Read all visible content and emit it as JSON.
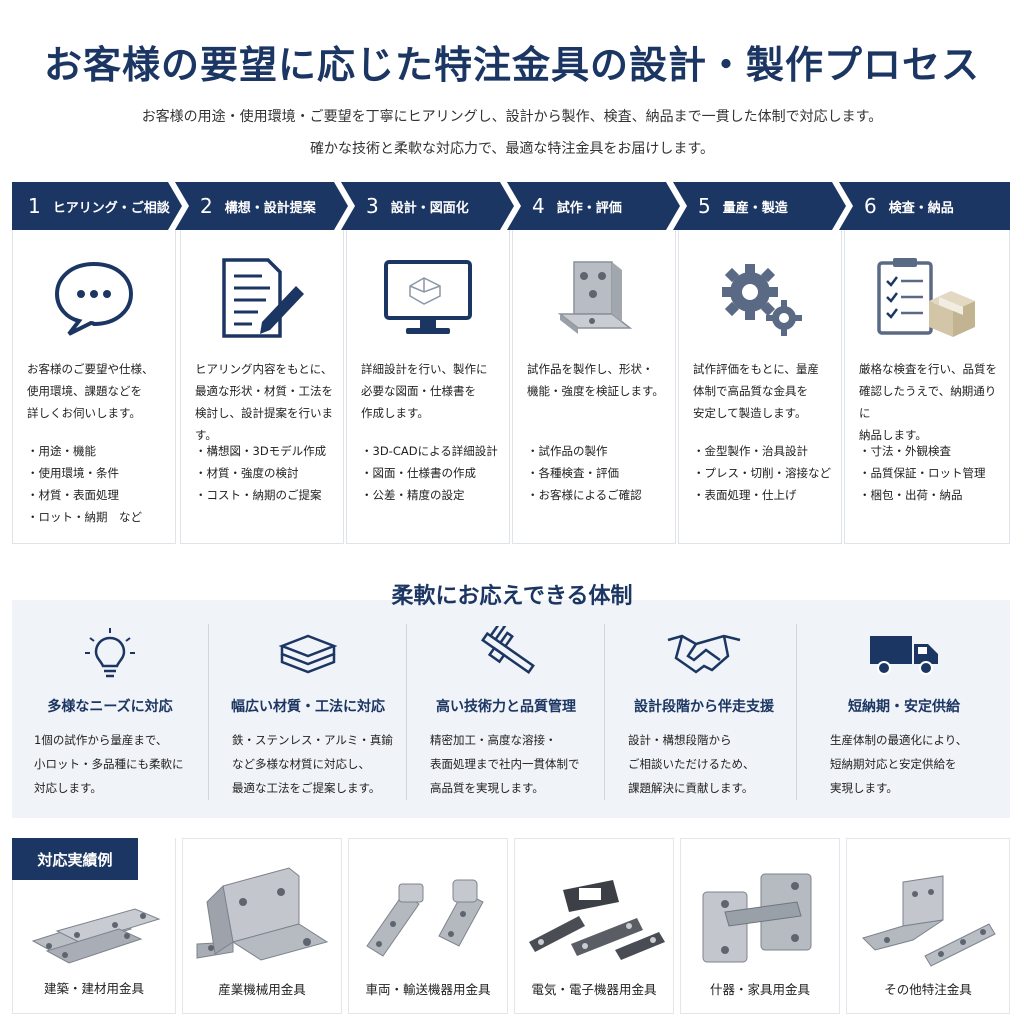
{
  "header": {
    "title": "お客様の要望に応じた特注金具の設計・製作プロセス",
    "subtitle_line1": "お客様の用途・使用環境・ご要望を丁寧にヒアリングし、設計から製作、検査、納品まで一貫した体制で対応します。",
    "subtitle_line2": "確かな技術と柔軟な対応力で、最適な特注金具をお届けします。"
  },
  "steps": [
    {
      "num": "1",
      "title": "ヒアリング・ご相談",
      "icon": "chat-bubble-icon",
      "desc": [
        "お客様のご要望や仕様、",
        "使用環境、課題などを",
        "詳しくお伺いします。"
      ],
      "items": [
        "用途・機能",
        "使用環境・条件",
        "材質・表面処理",
        "ロット・納期　など"
      ]
    },
    {
      "num": "2",
      "title": "構想・設計提案",
      "icon": "document-pen-icon",
      "desc": [
        "ヒアリング内容をもとに、",
        "最適な形状・材質・工法を",
        "検討し、設計提案を行います。"
      ],
      "items": [
        "構想図・3Dモデル作成",
        "材質・強度の検討",
        "コスト・納期のご提案"
      ]
    },
    {
      "num": "3",
      "title": "設計・図面化",
      "icon": "monitor-cad-icon",
      "desc": [
        "詳細設計を行い、製作に",
        "必要な図面・仕様書を",
        "作成します。"
      ],
      "items": [
        "3D-CADによる詳細設計",
        "図面・仕様書の作成",
        "公差・精度の設定"
      ]
    },
    {
      "num": "4",
      "title": "試作・評価",
      "icon": "bracket-part-icon",
      "desc": [
        "試作品を製作し、形状・",
        "機能・強度を検証します。"
      ],
      "items": [
        "試作品の製作",
        "各種検査・評価",
        "お客様によるご確認"
      ]
    },
    {
      "num": "5",
      "title": "量産・製造",
      "icon": "gears-icon",
      "desc": [
        "試作評価をもとに、量産",
        "体制で高品質な金具を",
        "安定して製造します。"
      ],
      "items": [
        "金型製作・治具設計",
        "プレス・切削・溶接など",
        "表面処理・仕上げ"
      ]
    },
    {
      "num": "6",
      "title": "検査・納品",
      "icon": "checklist-box-icon",
      "desc": [
        "厳格な検査を行い、品質を",
        "確認したうえで、納期通りに",
        "納品します。"
      ],
      "items": [
        "寸法・外観検査",
        "品質保証・ロット管理",
        "梱包・出荷・納品"
      ]
    }
  ],
  "flexible": {
    "title": "柔軟にお応えできる体制",
    "features": [
      {
        "icon": "lightbulb-icon",
        "title": "多様なニーズに対応",
        "desc": [
          "1個の試作から量産まで、",
          "小ロット・多品種にも柔軟に",
          "対応します。"
        ]
      },
      {
        "icon": "material-layers-icon",
        "title": "幅広い材質・工法に対応",
        "desc": [
          "鉄・ステンレス・アルミ・真鍮",
          "など多様な材質に対応し、",
          "最適な工法をご提案します。"
        ]
      },
      {
        "icon": "caliper-icon",
        "title": "高い技術力と品質管理",
        "desc": [
          "精密加工・高度な溶接・",
          "表面処理まで社内一貫体制で",
          "高品質を実現します。"
        ]
      },
      {
        "icon": "handshake-icon",
        "title": "設計段階から伴走支援",
        "desc": [
          "設計・構想段階から",
          "ご相談いただけるため、",
          "課題解決に貢献します。"
        ]
      },
      {
        "icon": "truck-icon",
        "title": "短納期・安定供給",
        "desc": [
          "生産体制の最適化により、",
          "短納期対応と安定供給を",
          "実現します。"
        ]
      }
    ]
  },
  "examples": {
    "tag": "対応実績例",
    "items": [
      {
        "label": "建築・建材用金具",
        "icon": "flat-plates-image"
      },
      {
        "label": "産業機械用金具",
        "icon": "u-bracket-image"
      },
      {
        "label": "車両・輸送機器用金具",
        "icon": "hinge-image"
      },
      {
        "label": "電気・電子機器用金具",
        "icon": "black-plates-image"
      },
      {
        "label": "什器・家具用金具",
        "icon": "furniture-hinge-image"
      },
      {
        "label": "その他特注金具",
        "icon": "angle-bracket-image"
      }
    ]
  },
  "colors": {
    "navy": "#1c3663",
    "band": "#f0f3f7",
    "icon": "#1c3663",
    "gear": "#5a6a84"
  }
}
